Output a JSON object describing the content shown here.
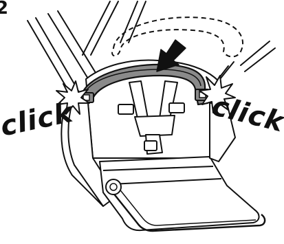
{
  "step_number": "2",
  "click_left": "click",
  "click_right": "click",
  "icons": {
    "arrow": "down-arrow-icon",
    "burst_left": "click-burst-icon",
    "burst_right": "click-burst-icon"
  },
  "colors": {
    "bumper_bar": "#8a8a8a",
    "outline": "#111111",
    "background": "#ffffff"
  }
}
